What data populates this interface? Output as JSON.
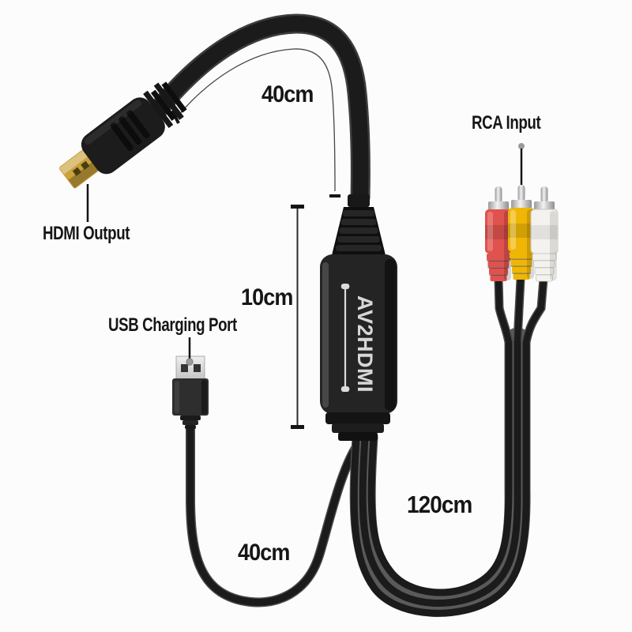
{
  "image_type": "product-photo-av2hdmi-converter-cable",
  "product": {
    "name_on_device": "AV2HDMI",
    "labels": {
      "hdmi_cable_length": "40cm",
      "rca_input": "RCA Input",
      "hdmi_output": "HDMI Output",
      "usb_charging_port": "USB Charging Port",
      "converter_length": "10cm",
      "rca_cable_length": "120cm",
      "usb_cable_length": "40cm"
    },
    "colors": {
      "background": "#fcfcfc",
      "cable_black": "#1b1b1b",
      "converter_body": "#242424",
      "device_text": "#d7d7d7",
      "hdmi_gold": "#c9a23c",
      "metal_silver": "#d9d9d9",
      "rca_red": "#e0524d",
      "rca_yellow": "#efb606",
      "rca_white": "#f4f2ee"
    }
  }
}
